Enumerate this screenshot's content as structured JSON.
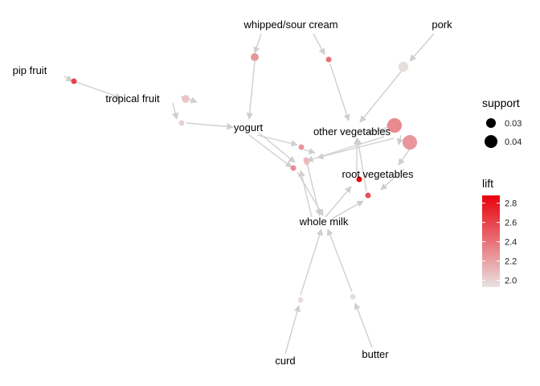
{
  "graph": {
    "labels": [
      {
        "id": "whipped",
        "text": "whipped/sour cream"
      },
      {
        "id": "pork",
        "text": "pork"
      },
      {
        "id": "pipfruit",
        "text": "pip fruit"
      },
      {
        "id": "tropical",
        "text": "tropical fruit"
      },
      {
        "id": "yogurt",
        "text": "yogurt"
      },
      {
        "id": "othervegs",
        "text": "other vegetables"
      },
      {
        "id": "rootvegs",
        "text": "root vegetables"
      },
      {
        "id": "wholemilk",
        "text": "whole milk"
      },
      {
        "id": "curd",
        "text": "curd"
      },
      {
        "id": "butter",
        "text": "butter"
      }
    ],
    "rule_nodes": [
      {
        "id": "r1",
        "support": 0.02,
        "lift": 2.6
      },
      {
        "id": "r2",
        "support": 0.025,
        "lift": 2.05
      },
      {
        "id": "r3",
        "support": 0.025,
        "lift": 2.25
      },
      {
        "id": "r4",
        "support": 0.03,
        "lift": 1.95
      },
      {
        "id": "r5",
        "support": 0.02,
        "lift": 2.4
      },
      {
        "id": "r6",
        "support": 0.02,
        "lift": 2.0
      },
      {
        "id": "r7",
        "support": 0.04,
        "lift": 2.3
      },
      {
        "id": "r8",
        "support": 0.04,
        "lift": 2.25
      },
      {
        "id": "r9",
        "support": 0.02,
        "lift": 2.25
      },
      {
        "id": "r10",
        "support": 0.02,
        "lift": 2.3
      },
      {
        "id": "r11",
        "support": 0.02,
        "lift": 2.05
      },
      {
        "id": "r12",
        "support": 0.02,
        "lift": 2.85
      },
      {
        "id": "r13",
        "support": 0.02,
        "lift": 2.55
      },
      {
        "id": "r14",
        "support": 0.02,
        "lift": 1.95
      },
      {
        "id": "r15",
        "support": 0.02,
        "lift": 1.95
      },
      {
        "id": "r16",
        "support": 0.02,
        "lift": 2.1
      }
    ]
  },
  "legend": {
    "support": {
      "title": "support",
      "entries": [
        {
          "label": "0.03",
          "value": 0.03
        },
        {
          "label": "0.04",
          "value": 0.04
        }
      ]
    },
    "lift": {
      "title": "lift",
      "ticks": [
        {
          "label": "2.8",
          "value": 2.8
        },
        {
          "label": "2.6",
          "value": 2.6
        },
        {
          "label": "2.4",
          "value": 2.4
        },
        {
          "label": "2.2",
          "value": 2.2
        },
        {
          "label": "2.0",
          "value": 2.0
        }
      ],
      "range": [
        1.93,
        2.88
      ],
      "color_low": "#e8e2e2",
      "color_high": "#e8000b"
    }
  }
}
